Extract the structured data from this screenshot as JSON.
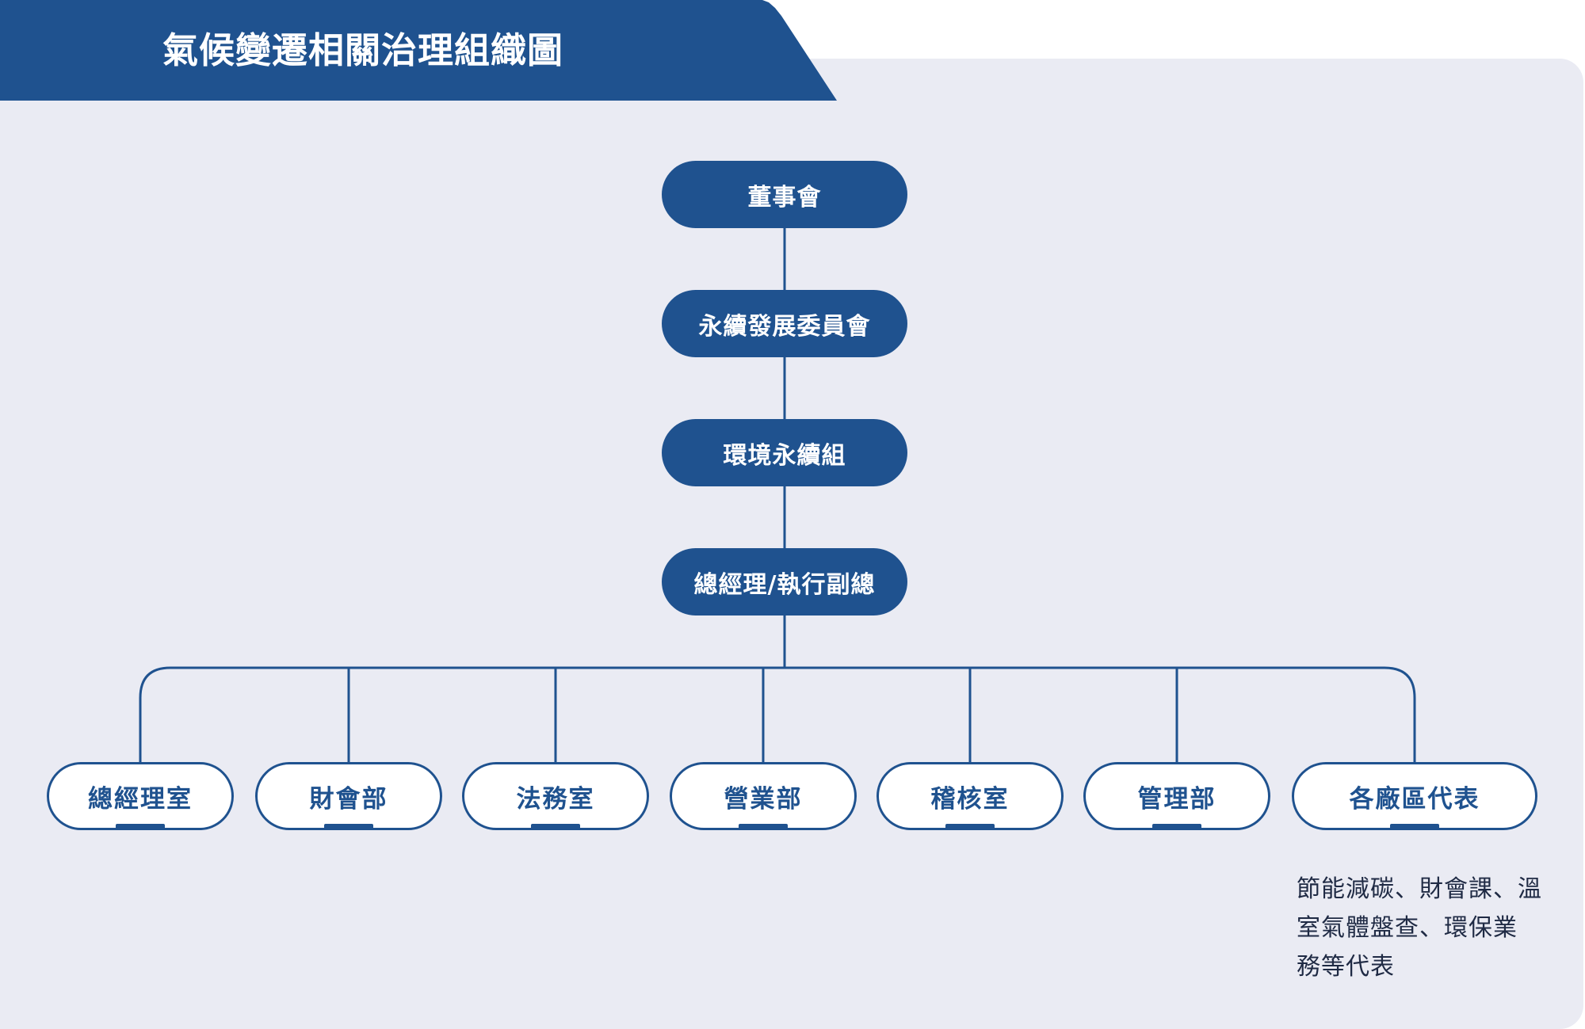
{
  "title": "氣候變遷相關治理組織圖",
  "hierarchy": [
    "董事會",
    "永續發展委員會",
    "環境永續組",
    "總經理/執行副總"
  ],
  "departments": [
    "總經理室",
    "財會部",
    "法務室",
    "營業部",
    "稽核室",
    "管理部",
    "各廠區代表"
  ],
  "note_lines": [
    "節能減碳、財會課、溫",
    "室氣體盤查、環保業",
    "務等代表"
  ],
  "colors": {
    "primary": "#1f528f",
    "panel_bg": "#eaebf3",
    "node_text": "#ffffff"
  }
}
